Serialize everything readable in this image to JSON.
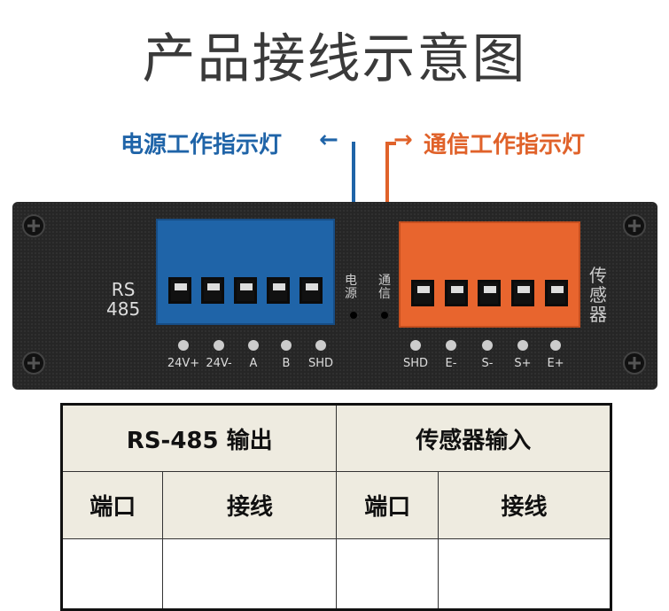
{
  "title": "产品接线示意图",
  "power_label": "电源工作指示灯",
  "comm_label": "通信工作指示灯",
  "device": {
    "rs485_label": [
      "RS",
      "485"
    ],
    "power_led_label": "电源",
    "comm_led_label": "通信",
    "sensor_label": "传感器",
    "rs485_pins": [
      "24V+",
      "24V-",
      "A",
      "B",
      "SHD"
    ],
    "sensor_pins": [
      "SHD",
      "E-",
      "S-",
      "S+",
      "E+"
    ],
    "colors": {
      "blue": "#1f64a8",
      "orange": "#e8652e"
    }
  },
  "table": {
    "group_headers": [
      "RS-485 输出",
      "传感器输入"
    ],
    "sub_headers": [
      "端口",
      "接线",
      "端口",
      "接线"
    ]
  }
}
